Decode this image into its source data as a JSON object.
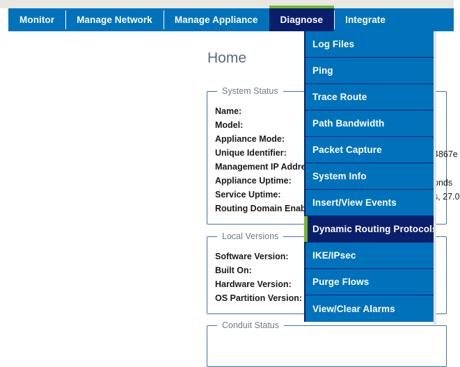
{
  "page": {
    "title": "Home",
    "background_color": "#ffffff",
    "top_strip_color": "#E9E7E2"
  },
  "nav": {
    "bar_color": "#0072BC",
    "active_color": "#0A1F6B",
    "accent_color": "#76B82A",
    "tabs": [
      {
        "label": "Monitor",
        "active": false
      },
      {
        "label": "Manage Network",
        "active": false
      },
      {
        "label": "Manage Appliance",
        "active": false
      },
      {
        "label": "Diagnose",
        "active": true
      },
      {
        "label": "Integrate",
        "active": false
      }
    ]
  },
  "diagnose_menu": {
    "open": true,
    "background_color": "#0072BC",
    "selected_color": "#0A1F6B",
    "accent_color": "#76B82A",
    "items": [
      {
        "label": "Log Files",
        "selected": false
      },
      {
        "label": "Ping",
        "selected": false
      },
      {
        "label": "Trace Route",
        "selected": false
      },
      {
        "label": "Path Bandwidth",
        "selected": false
      },
      {
        "label": "Packet Capture",
        "selected": false
      },
      {
        "label": "System Info",
        "selected": false
      },
      {
        "label": "Insert/View Events",
        "selected": false
      },
      {
        "label": "Dynamic Routing Protocols",
        "selected": true
      },
      {
        "label": "IKE/IPsec",
        "selected": false
      },
      {
        "label": "Purge Flows",
        "selected": false
      },
      {
        "label": "View/Clear Alarms",
        "selected": false
      }
    ]
  },
  "system_status": {
    "legend": "System Status",
    "fields": [
      "Name:",
      "Model:",
      "Appliance Mode:",
      "Unique Identifier:",
      "Management IP Address:",
      "Appliance Uptime:",
      "Service Uptime:",
      "Routing Domain Enabled:"
    ]
  },
  "local_versions": {
    "legend": "Local Versions",
    "fields": [
      "Software Version:",
      "Built On:",
      "Hardware Version:",
      "OS Partition Version:"
    ]
  },
  "conduit_status": {
    "legend": "Conduit Status",
    "fields": []
  },
  "value_fragments": {
    "unique_identifier": "4867e",
    "appliance_uptime": "onds",
    "service_uptime": "s, 27.0"
  }
}
